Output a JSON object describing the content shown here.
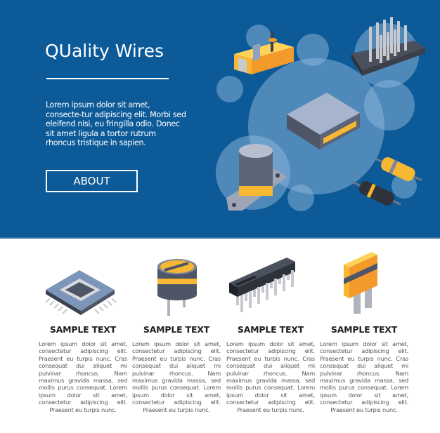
{
  "banner": {
    "title": "QUality Wires",
    "description": "Lorem ipsum dolor sit amet, consecte-tur adipiscing elit. Morbi sed eleifend nisi, eu fringilla odio. Donec sit amet ligula a tortor rutrum rhoncus tristique in sapien.",
    "button_label": "ABOUT",
    "colors": {
      "background": "#0d5a98",
      "bubble": "#7aa6cf",
      "accent_yellow": "#f7b733",
      "accent_orange": "#f39a2b"
    },
    "illustrations": [
      "smd-resistor-icon",
      "pin-header-icon",
      "connector-socket-icon",
      "electrolytic-capacitor-icon",
      "resistor-icon",
      "diode-icon"
    ]
  },
  "features": [
    {
      "icon": "microchip-icon",
      "heading": "SAMPLE TEXT",
      "body": "Lorem ipsum dolor sit amet, consectetur adipiscing elit. Praesent eu turpis nunc. Cras consequat dui aliquet mi pulvinar rhoncus. Nam maximus gravida massa, sed mollis purus consequat. Lorem ipsum dolor sit amet, consectetur adipiscing elit. Praesent eu turpis nunc."
    },
    {
      "icon": "trimmer-potentiometer-icon",
      "heading": "SAMPLE TEXT",
      "body": "Lorem ipsum dolor sit amet, consectetur adipiscing elit. Praesent eu turpis nunc. Cras consequat dui aliquet mi pulvinar rhoncus. Nam maximus gravida massa, sed mollis purus consequat. Lorem ipsum dolor sit amet, consectetur adipiscing elit. Praesent eu turpis nunc."
    },
    {
      "icon": "dip-ic-icon",
      "heading": "SAMPLE TEXT",
      "body": "Lorem ipsum dolor sit amet, consectetur adipiscing elit. Praesent eu turpis nunc. Cras consequat dui aliquet mi pulvinar rhoncus. Nam maximus gravida massa, sed mollis purus consequat. Lorem ipsum dolor sit amet, consectetur adipiscing elit. Praesent eu turpis nunc."
    },
    {
      "icon": "fuse-icon",
      "heading": "SAMPLE TEXT",
      "body": "Lorem ipsum dolor sit amet, consectetur adipiscing elit. Praesent eu turpis nunc. Cras consequat dui aliquet mi pulvinar rhoncus. Nam maximus gravida massa, sed mollis purus consequat. Lorem ipsum dolor sit amet, consectetur adipiscing elit. Praesent eu turpis nunc."
    }
  ]
}
